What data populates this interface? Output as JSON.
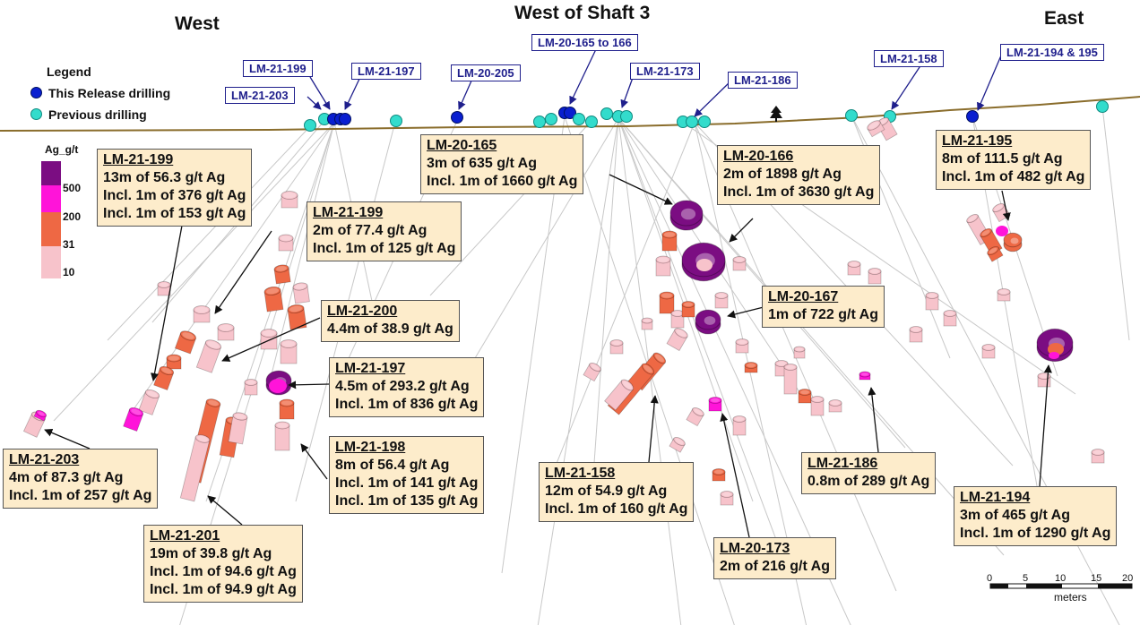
{
  "titles": {
    "west": "West",
    "shaft": "West of Shaft 3",
    "east": "East"
  },
  "collar_labels": [
    "LM-21-199",
    "LM-21-197",
    "LM-21-203",
    "LM-20-205",
    "LM-20-165 to 166",
    "LM-21-173",
    "LM-21-186",
    "LM-21-158",
    "LM-21-194 & 195"
  ],
  "legend": {
    "title": "Legend",
    "new_label": "This Release drilling",
    "prev_label": "Previous drilling"
  },
  "colorbar": {
    "title": "Ag_g/t",
    "ticks": [
      "500",
      "200",
      "31",
      "10"
    ],
    "colors": [
      "#7b0d82",
      "#ff14d9",
      "#ee6844",
      "#f7c3cb"
    ]
  },
  "annotations": [
    {
      "hole": "LM-21-199",
      "lines": [
        "13m of 56.3 g/t Ag",
        "Incl. 1m of 376 g/t Ag",
        "Incl. 1m of 153 g/t Ag"
      ]
    },
    {
      "hole": "LM-21-199",
      "lines": [
        "2m of 77.4 g/t Ag",
        "Incl. 1m of 125 g/t Ag"
      ]
    },
    {
      "hole": "LM-21-200",
      "lines": [
        "4.4m of 38.9 g/t Ag"
      ]
    },
    {
      "hole": "LM-21-197",
      "lines": [
        "4.5m of 293.2 g/t Ag",
        "Incl. 1m of 836 g/t Ag"
      ]
    },
    {
      "hole": "LM-21-198",
      "lines": [
        "8m of 56.4 g/t Ag",
        "Incl. 1m of 141 g/t Ag",
        "Incl. 1m of 135 g/t Ag"
      ]
    },
    {
      "hole": "LM-21-203",
      "lines": [
        "4m of 87.3 g/t Ag",
        "Incl. 1m of 257 g/t Ag"
      ]
    },
    {
      "hole": "LM-21-201",
      "lines": [
        "19m of 39.8 g/t Ag",
        "Incl. 1m of 94.6 g/t Ag",
        "Incl. 1m of 94.9 g/t Ag"
      ]
    },
    {
      "hole": "LM-20-165",
      "lines": [
        "3m of 635 g/t Ag",
        "Incl. 1m of 1660 g/t Ag"
      ]
    },
    {
      "hole": "LM-20-166",
      "lines": [
        "2m of 1898 g/t Ag",
        "Incl. 1m of 3630 g/t Ag"
      ]
    },
    {
      "hole": "LM-20-167",
      "lines": [
        "1m of 722 g/t Ag"
      ]
    },
    {
      "hole": "LM-21-158",
      "lines": [
        "12m of 54.9 g/t Ag",
        "Incl. 1m of 160 g/t Ag"
      ]
    },
    {
      "hole": "LM-20-173",
      "lines": [
        "2m of 216 g/t Ag"
      ]
    },
    {
      "hole": "LM-21-186",
      "lines": [
        "0.8m of 289 g/t Ag"
      ]
    },
    {
      "hole": "LM-21-195",
      "lines": [
        "8m of 111.5 g/t Ag",
        "Incl. 1m of 482 g/t Ag"
      ]
    },
    {
      "hole": "LM-21-194",
      "lines": [
        "3m of 465 g/t Ag",
        "Incl. 1m of 1290 g/t Ag"
      ]
    }
  ],
  "scale_bar": {
    "ticks": [
      "0",
      "5",
      "10",
      "15",
      "20"
    ],
    "unit": "meters"
  }
}
